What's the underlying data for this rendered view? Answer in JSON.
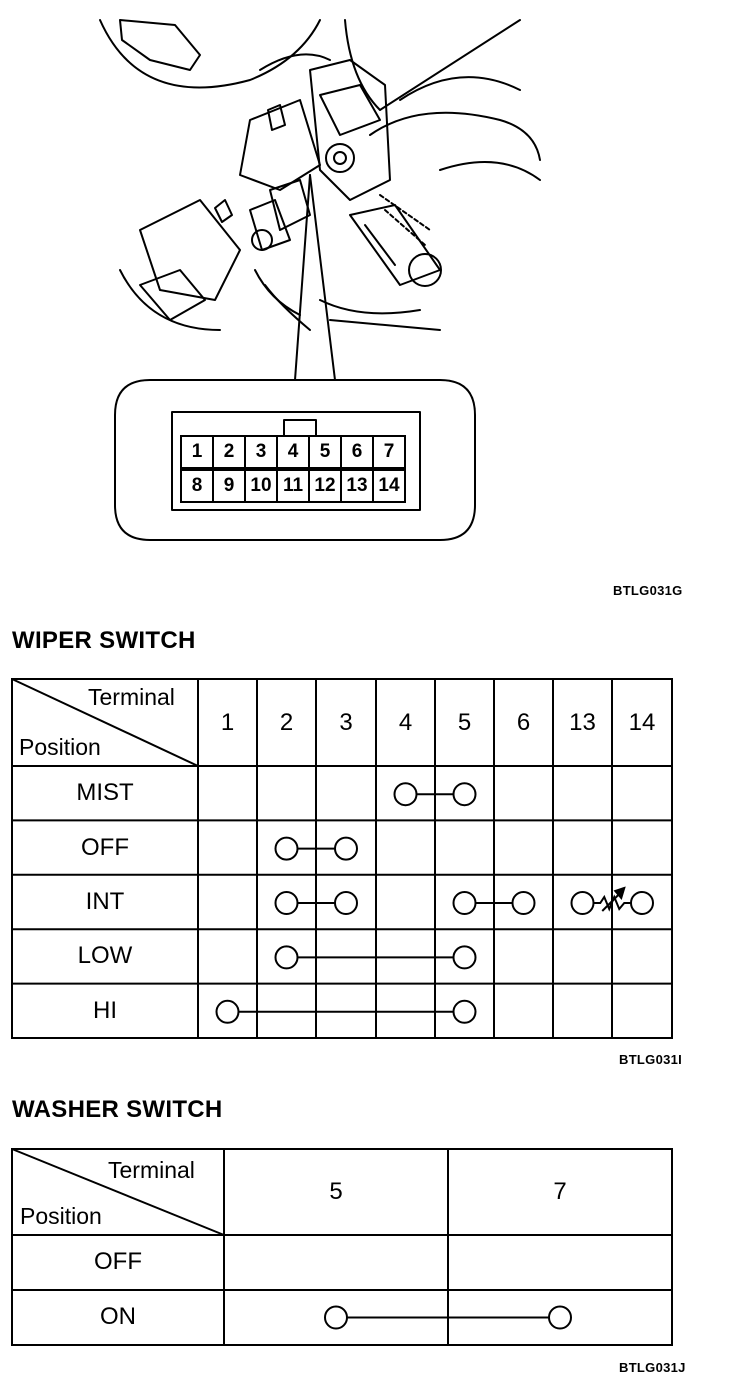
{
  "illustration": {
    "connector_pins_top": [
      "1",
      "2",
      "3",
      "4",
      "5",
      "6",
      "7"
    ],
    "connector_pins_bottom": [
      "8",
      "9",
      "10",
      "11",
      "12",
      "13",
      "14"
    ],
    "figure_code": "BTLG031G"
  },
  "wiper_switch": {
    "title": "WIPER SWITCH",
    "header_terminal": "Terminal",
    "header_position": "Position",
    "terminals": [
      "1",
      "2",
      "3",
      "4",
      "5",
      "6",
      "13",
      "14"
    ],
    "rows": [
      {
        "position": "MIST",
        "connections": [
          [
            "4",
            "5"
          ]
        ]
      },
      {
        "position": "OFF",
        "connections": [
          [
            "2",
            "3"
          ]
        ]
      },
      {
        "position": "INT",
        "connections": [
          [
            "2",
            "3"
          ],
          [
            "5",
            "6"
          ]
        ],
        "resistor": [
          "13",
          "14"
        ]
      },
      {
        "position": "LOW",
        "connections": [
          [
            "2",
            "5"
          ]
        ]
      },
      {
        "position": "HI",
        "connections": [
          [
            "1",
            "5"
          ]
        ]
      }
    ],
    "figure_code": "BTLG031I"
  },
  "washer_switch": {
    "title": "WASHER SWITCH",
    "header_terminal": "Terminal",
    "header_position": "Position",
    "terminals": [
      "5",
      "7"
    ],
    "rows": [
      {
        "position": "OFF",
        "connections": []
      },
      {
        "position": "ON",
        "connections": [
          [
            "5",
            "7"
          ]
        ]
      }
    ],
    "figure_code": "BTLG031J"
  }
}
